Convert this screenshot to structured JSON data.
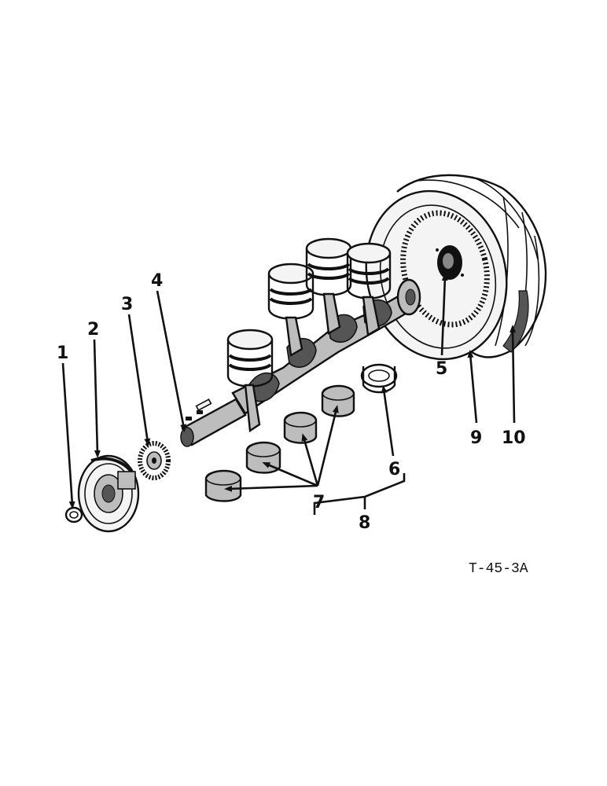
{
  "callouts": {
    "c1": "1",
    "c2": "2",
    "c3": "3",
    "c4": "4",
    "c5": "5",
    "c6": "6",
    "c7": "7",
    "c8": "8",
    "c9": "9",
    "c10": "10"
  },
  "drawing_code": "T-45-3A"
}
